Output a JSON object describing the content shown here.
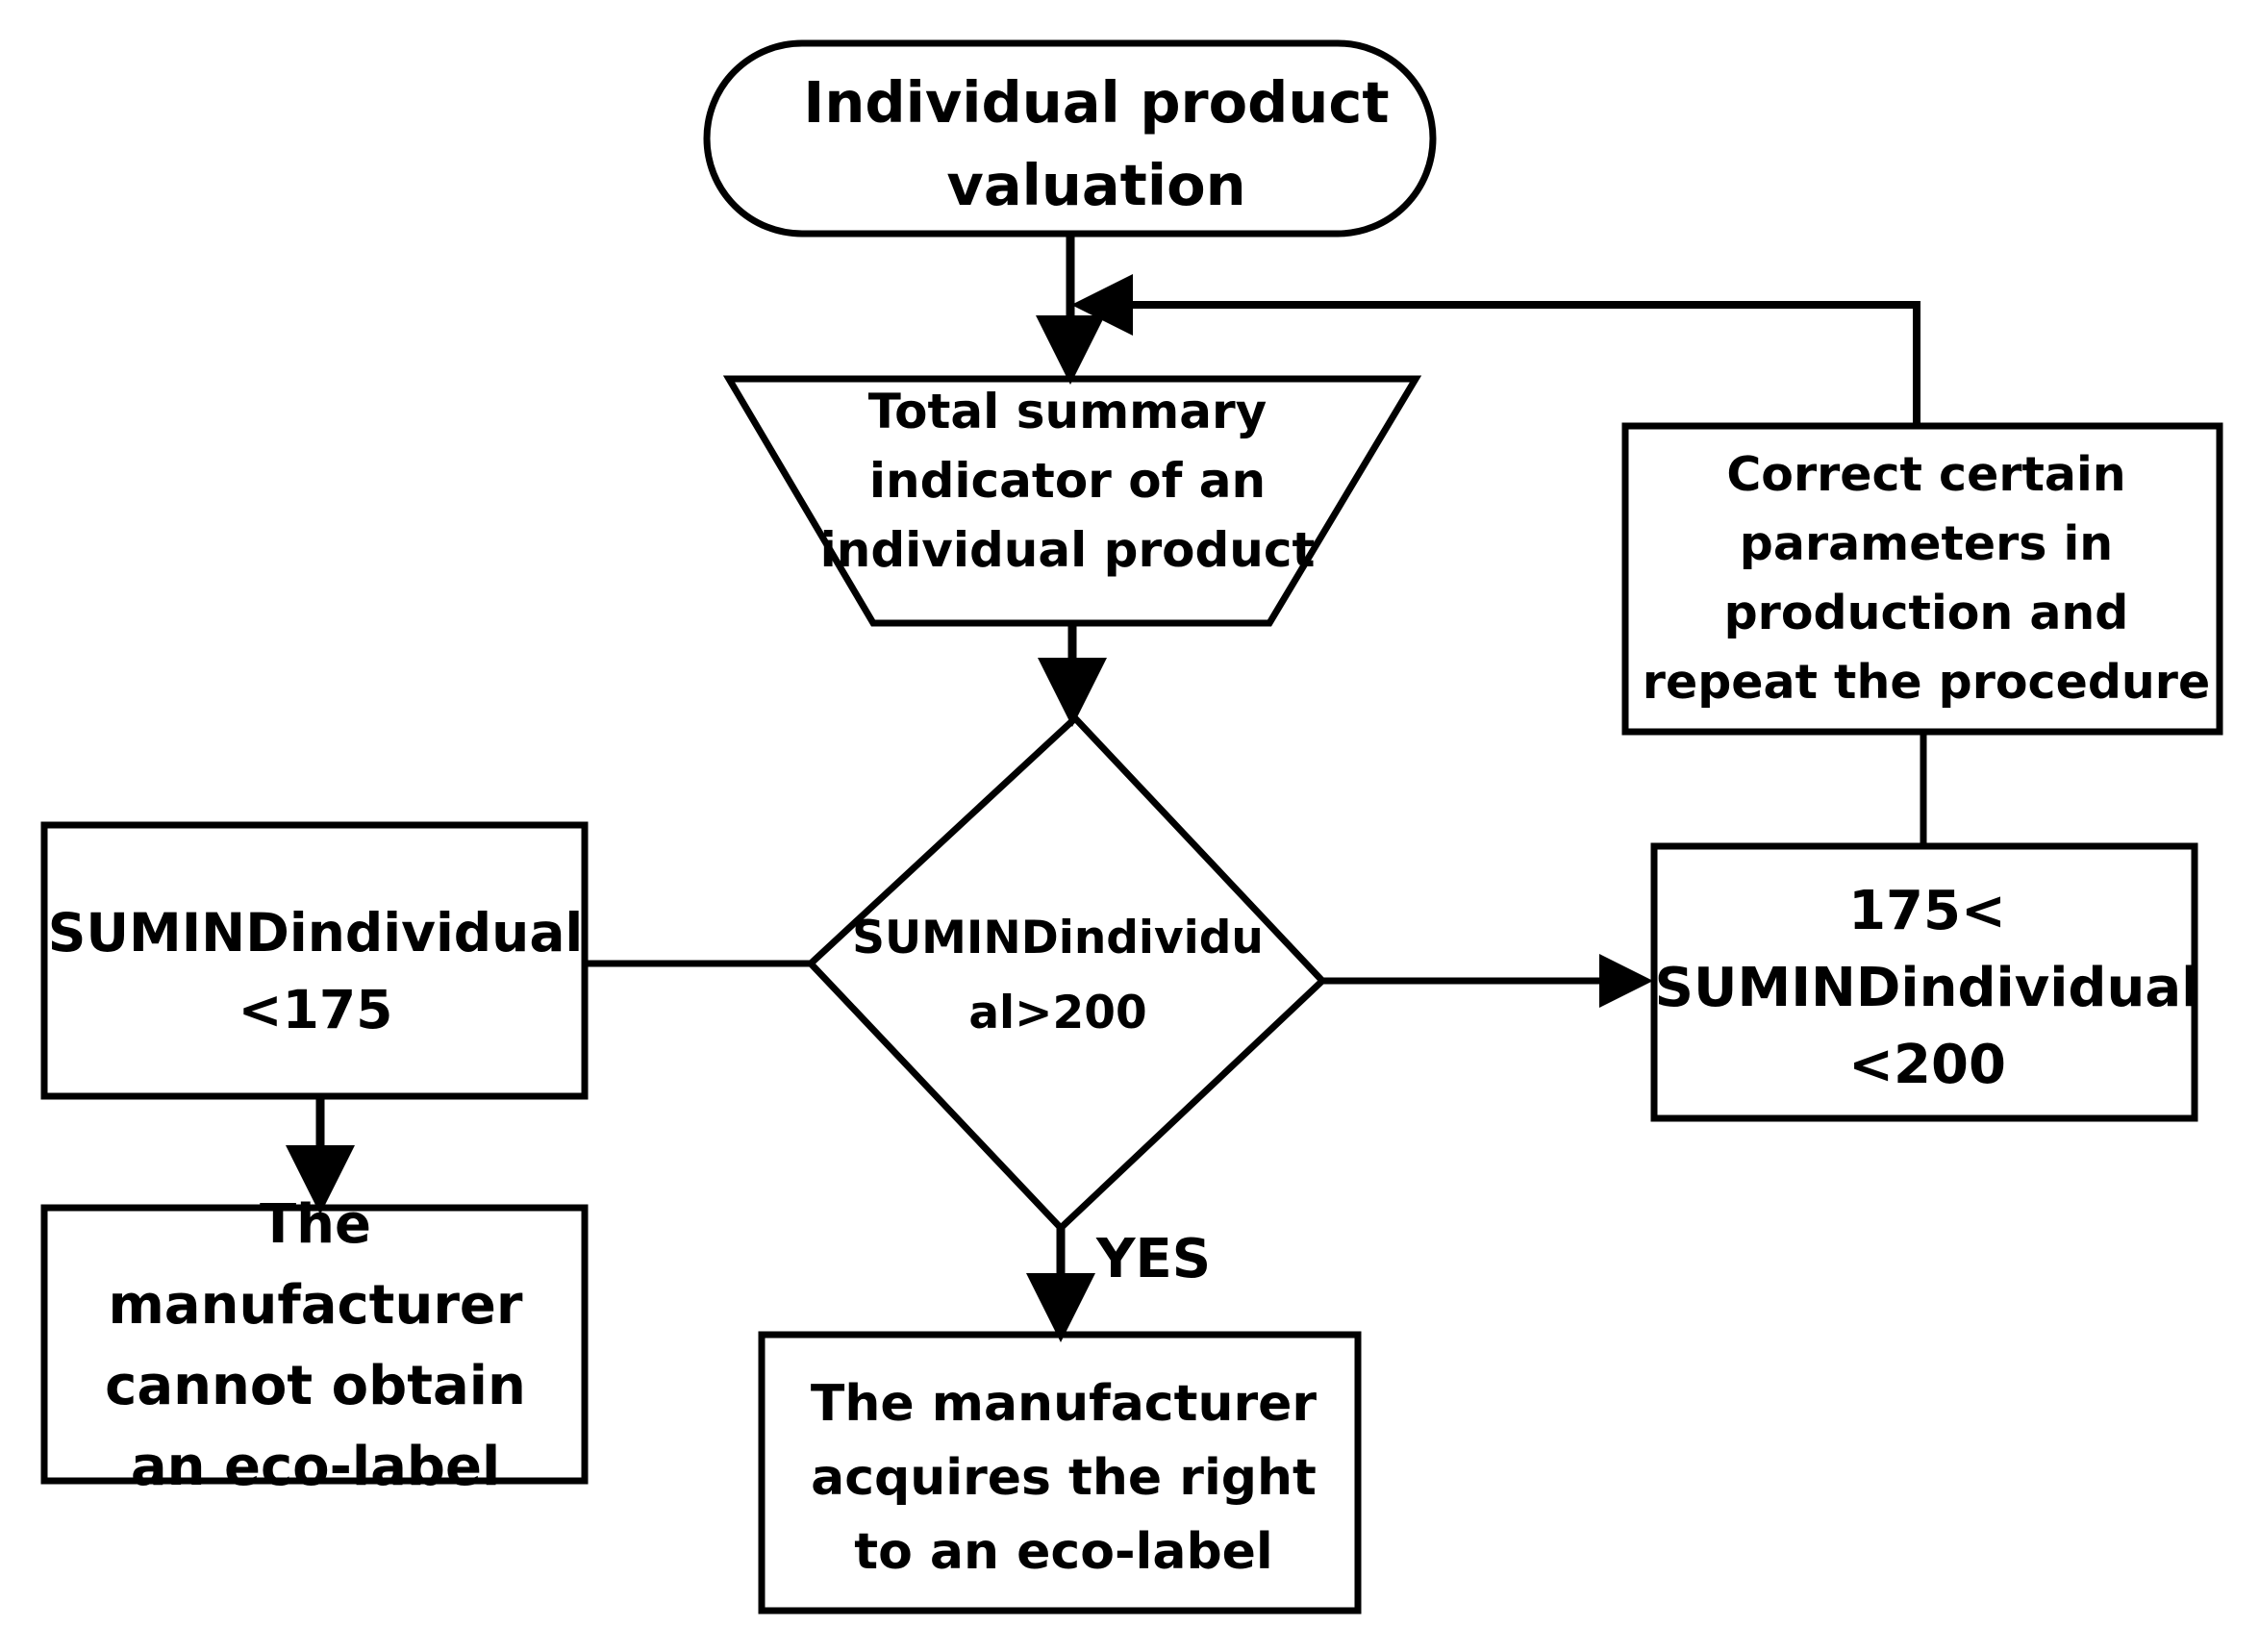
{
  "nodes": {
    "start": "Individual product\nvaluation",
    "summary": "Total summary\nindicator of an\nindividual product",
    "decision": "SUMINDindividu\nal>200",
    "left_box": "SUMINDindividual\n<175",
    "right_box": "175<\nSUMINDindividual\n<200",
    "correct_box": "Correct certain\nparameters in\nproduction and\nrepeat the procedure",
    "cannot_box": "The manufacturer\ncannot obtain\nan eco-label",
    "acquire_box": "The manufacturer\nacquires the right\nto an eco-label"
  },
  "edges": {
    "yes_label": "YES"
  },
  "colors": {
    "stroke": "#000000",
    "background": "#ffffff"
  }
}
